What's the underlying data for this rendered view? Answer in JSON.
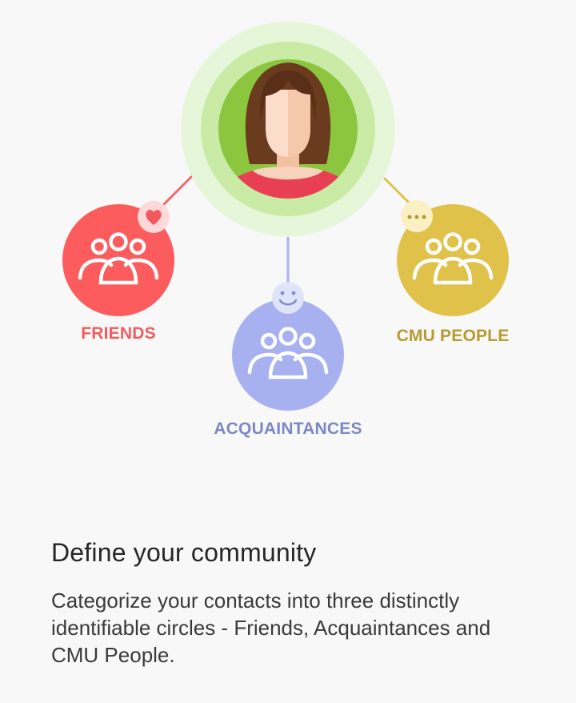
{
  "circles": {
    "friends": {
      "label": "FRIENDS",
      "color": "#fc5c5d",
      "text_color": "#f25c5f",
      "badge_icon": "heart-icon"
    },
    "acquaintances": {
      "label": "ACQUAINTANCES",
      "color": "#a7b1f0",
      "text_color": "#7c88c4",
      "badge_icon": "smiley-icon"
    },
    "cmu_people": {
      "label": "CMU PEOPLE",
      "color": "#e0c24b",
      "text_color": "#b79a30",
      "badge_icon": "more-dots-icon"
    }
  },
  "center": {
    "avatar_icon": "user-avatar-icon",
    "ring_colors": [
      "#e6f6d8",
      "#c9eba6",
      "#8cc63e"
    ]
  },
  "onboarding": {
    "title": "Define your community",
    "description": "Categorize your contacts into three distinctly identifiable circles - Friends, Acquaintances and CMU People."
  }
}
